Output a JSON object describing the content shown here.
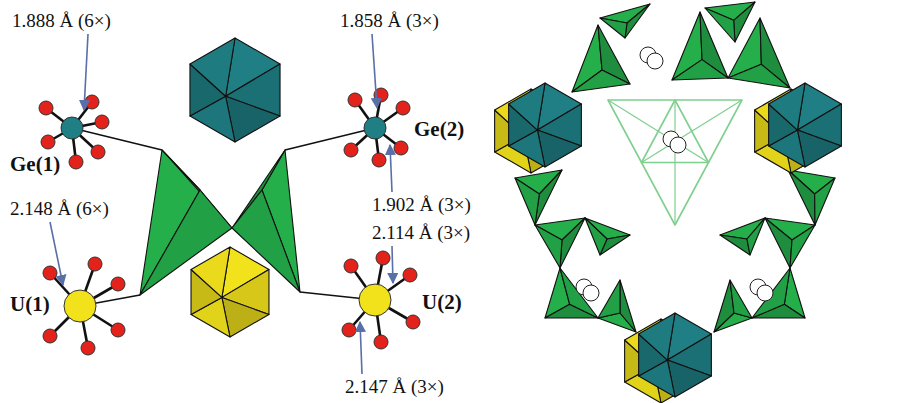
{
  "diagram": {
    "labels": [
      "1.888 Å (6×)",
      "1.858 Å (3×)",
      "Ge(1)",
      "Ge(2)",
      "1.902 Å (3×)",
      "2.148 Å (6×)",
      "2.114 Å (3×)",
      "U(1)",
      "U(2)",
      "2.147 Å (3×)"
    ]
  }
}
